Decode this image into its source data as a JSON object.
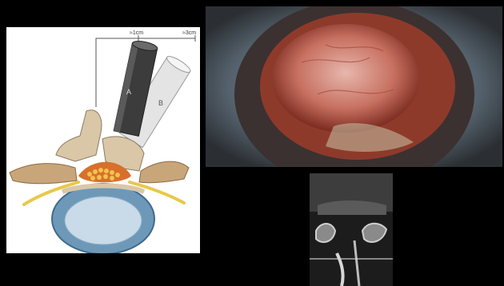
{
  "figure": {
    "diagram": {
      "scale_labels": [
        "≈1cm",
        "≈3cm"
      ],
      "tube_labels": [
        "A",
        "B"
      ]
    },
    "colors": {
      "background": "#000000",
      "tube_a": "#3a3a3a",
      "tube_b": "#e2e2e2",
      "bone": "#d9c7a8",
      "disc_outer": "#6e98b8",
      "disc_inner": "#c9dbe8",
      "nerve": "#e8c84a",
      "dura": "#d7702b",
      "tissue_red": "#b03a2e"
    }
  }
}
